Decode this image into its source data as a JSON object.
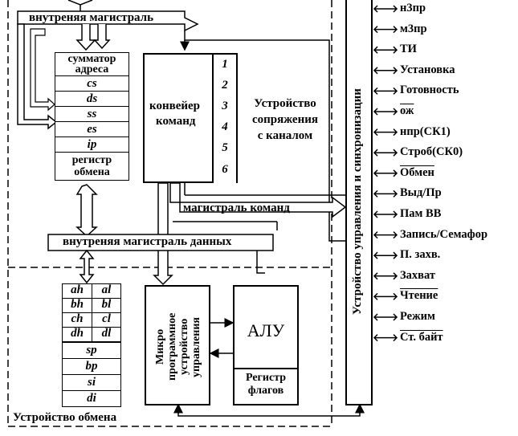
{
  "top_cut_text": "",
  "internal_bus": "внутреняя магистраль",
  "adder_label_1": "сумматор",
  "adder_label_2": "адреса",
  "segment_regs": [
    "cs",
    "ds",
    "ss",
    "es",
    "ip"
  ],
  "exchange_reg_1": "регистр",
  "exchange_reg_2": "обмена",
  "pipeline_1": "конвейер",
  "pipeline_2": "команд",
  "pipeline_slots": [
    "1",
    "2",
    "3",
    "4",
    "5",
    "6"
  ],
  "channel_unit": [
    "Устройство",
    "сопряжения",
    "с каналом"
  ],
  "command_bus": "магистраль команд",
  "data_bus": "внутреняя магистраль данных",
  "gp_regs": [
    [
      "ah",
      "al"
    ],
    [
      "bh",
      "bl"
    ],
    [
      "ch",
      "cl"
    ],
    [
      "dh",
      "dl"
    ]
  ],
  "pointer_regs": [
    "sp",
    "bp",
    "si",
    "di"
  ],
  "exchange_unit": "Устройство обмена",
  "microprogram_unit": [
    "Микро",
    "программное",
    "устройство",
    "управления"
  ],
  "alu": "АЛУ",
  "flags_reg_1": "Регистр",
  "flags_reg_2": "флагов",
  "control_unit": "Устройство управления и синхронизации",
  "signals": [
    {
      "text": "н3пр",
      "overline": false
    },
    {
      "text": "м3пр",
      "overline": false
    },
    {
      "text": "ТИ",
      "overline": false
    },
    {
      "text": "Установка",
      "overline": false
    },
    {
      "text": "Готовность",
      "overline": false
    },
    {
      "text": "ож",
      "overline": true
    },
    {
      "text": "нпр(СК1)",
      "overline": false
    },
    {
      "text": "Строб(СК0)",
      "overline": false
    },
    {
      "text": "Обмен",
      "overline": true
    },
    {
      "text": "Выд/Пр",
      "overline": false
    },
    {
      "text": "Пам ВВ",
      "overline": false
    },
    {
      "text": "Запись/Семафор",
      "overline": false
    },
    {
      "text": "П. захв.",
      "overline": false
    },
    {
      "text": "Захват",
      "overline": false
    },
    {
      "text": "Чтение",
      "overline": true
    },
    {
      "text": "Режим",
      "overline": false
    },
    {
      "text": "Ст. байт",
      "overline": true
    }
  ]
}
